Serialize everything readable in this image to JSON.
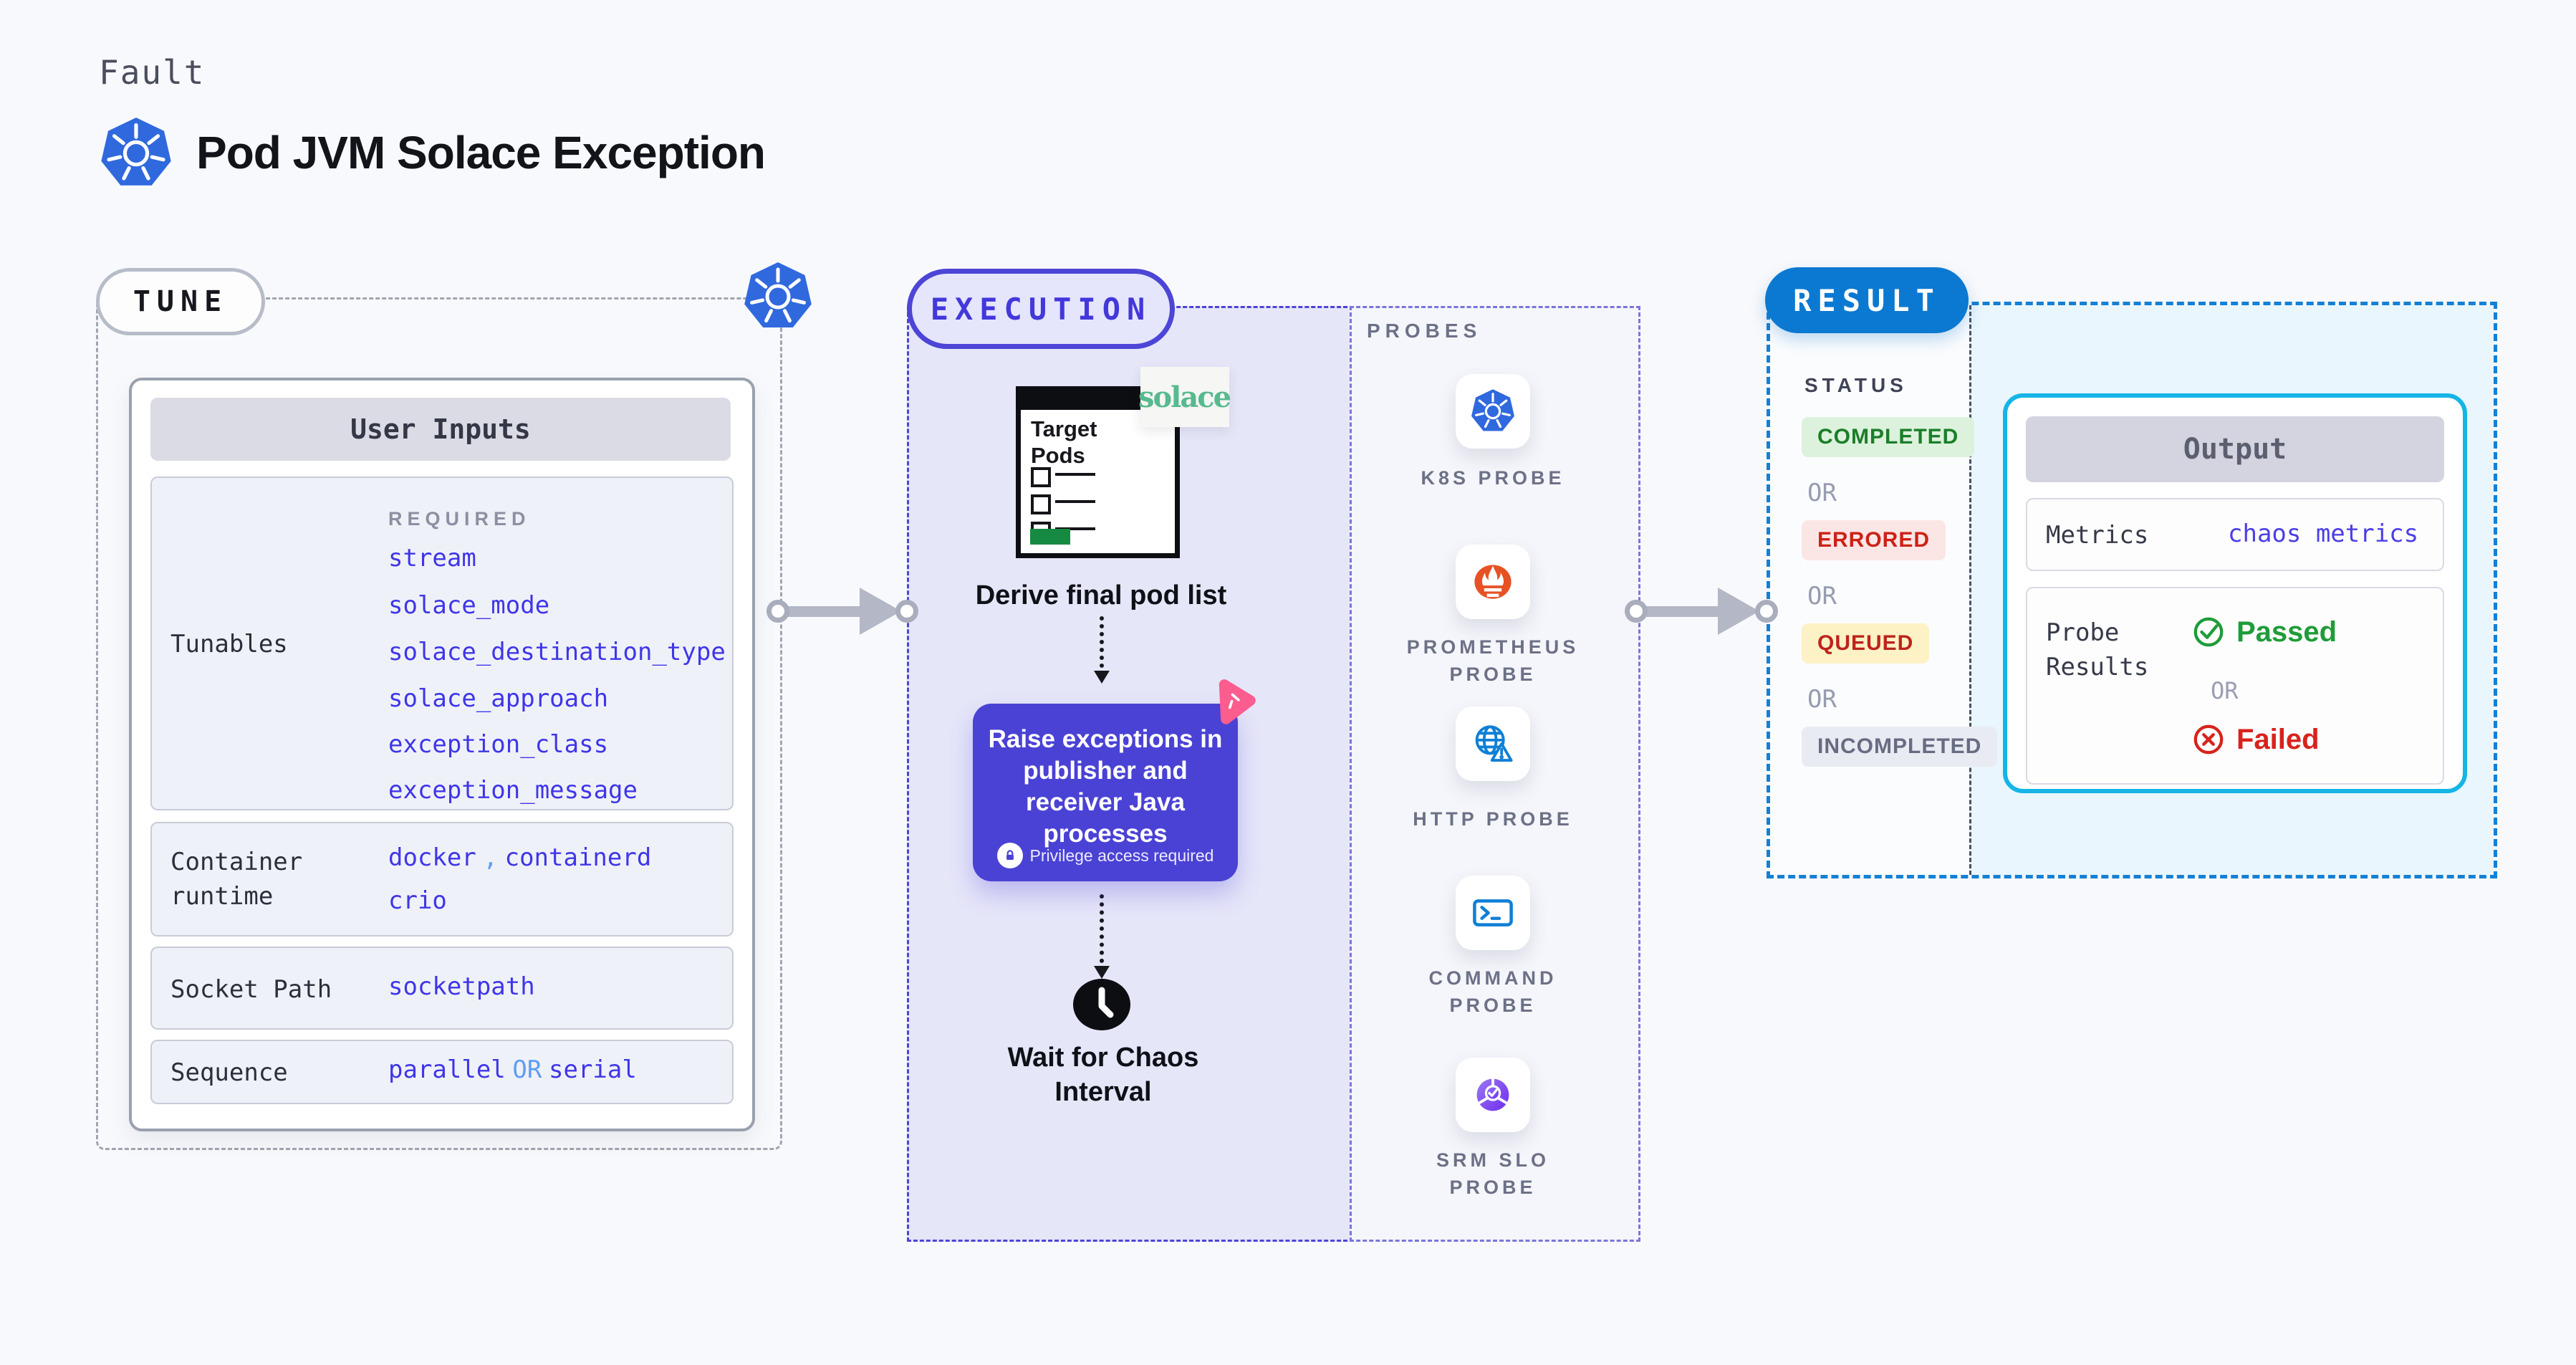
{
  "header": {
    "eyebrow": "Fault",
    "title": "Pod JVM Solace Exception"
  },
  "tune": {
    "badge": "TUNE",
    "card": {
      "title": "User Inputs",
      "tunables_label": "Tunables",
      "required_label": "REQUIRED",
      "tunables": [
        "stream",
        "solace_mode",
        "solace_destination_type",
        "solace_approach",
        "exception_class",
        "exception_message"
      ],
      "container_runtime": {
        "label": "Container runtime",
        "v1": "docker",
        "sep": ",",
        "v2": "containerd",
        "v3": "crio"
      },
      "socket_path": {
        "label": "Socket Path",
        "value": "socketpath"
      },
      "sequence": {
        "label": "Sequence",
        "v1": "parallel",
        "or": "OR",
        "v2": "serial"
      }
    }
  },
  "execution": {
    "badge": "EXECUTION",
    "target_window": {
      "title": "Target Pods"
    },
    "solace_logo": "solace",
    "derive_label": "Derive final pod list",
    "action_box": {
      "text": "Raise exceptions in publisher and receiver Java processes",
      "privilege": "Privilege access required"
    },
    "wait_label": "Wait for Chaos Interval"
  },
  "probes": {
    "title": "PROBES",
    "items": [
      {
        "label": "K8S PROBE",
        "icon": "kubernetes-icon"
      },
      {
        "label": "PROMETHEUS PROBE",
        "icon": "prometheus-icon"
      },
      {
        "label": "HTTP PROBE",
        "icon": "globe-warning-icon"
      },
      {
        "label": "COMMAND PROBE",
        "icon": "terminal-icon"
      },
      {
        "label": "SRM SLO PROBE",
        "icon": "slo-gauge-icon"
      }
    ]
  },
  "result": {
    "badge": "RESULT",
    "status": {
      "title": "STATUS",
      "or": "OR",
      "badges": [
        {
          "label": "COMPLETED",
          "kind": "success"
        },
        {
          "label": "ERRORED",
          "kind": "error"
        },
        {
          "label": "QUEUED",
          "kind": "warning"
        },
        {
          "label": "INCOMPLETED",
          "kind": "neutral"
        }
      ]
    },
    "output": {
      "title": "Output",
      "metrics_label": "Metrics",
      "metrics_value": "chaos metrics",
      "probe_results_label": "Probe Results",
      "passed": "Passed",
      "or": "OR",
      "failed": "Failed"
    }
  },
  "colors": {
    "background": "#f8f9fc",
    "indigo_accent": "#4c45d6",
    "execution_fill": "#e6e6f9",
    "result_blue": "#0b79d1",
    "output_border_cyan": "#15b5e6",
    "value_blue": "#3f36e8",
    "value_light_blue": "#5f9df3",
    "action_purple": "#4a42d4",
    "chaos_pink": "#fa5d8e",
    "kubernetes_blue": "#3069de",
    "prometheus_orange": "#e75225",
    "solace_green": "#57ba8e",
    "passed_green": "#1e9c39",
    "failed_red": "#d8231b"
  }
}
